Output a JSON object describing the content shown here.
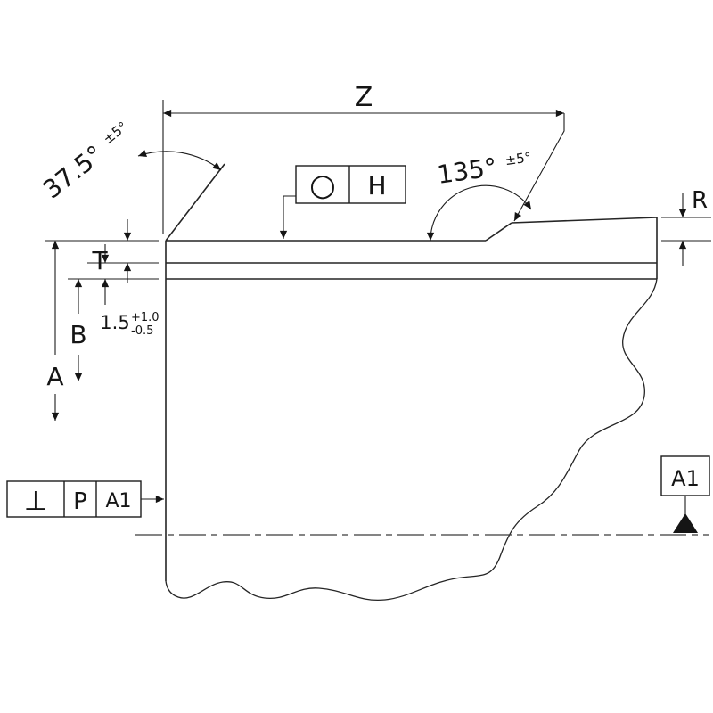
{
  "annotations": {
    "z_label": "Z",
    "bevel_angle": {
      "value": "37.5°",
      "tol": "±5°"
    },
    "groove_angle": {
      "value": "135°",
      "tol": "±5°"
    },
    "r_label": "R",
    "t_label": "T",
    "b_label": "B",
    "a_label": "A",
    "root_gap": {
      "value": "1.5",
      "tol_plus": "+1.0",
      "tol_minus": "-0.5"
    }
  },
  "feature_frames": {
    "top": {
      "symbol_icon": "circularity",
      "symbol_glyph": "○",
      "letter": "H"
    },
    "left": {
      "symbol_icon": "perpendicularity",
      "symbol_glyph": "⊥",
      "letter": "P",
      "datum": "A1"
    }
  },
  "datum_target": {
    "label": "A1"
  },
  "colors": {
    "line": "#252525",
    "text": "#151515"
  }
}
